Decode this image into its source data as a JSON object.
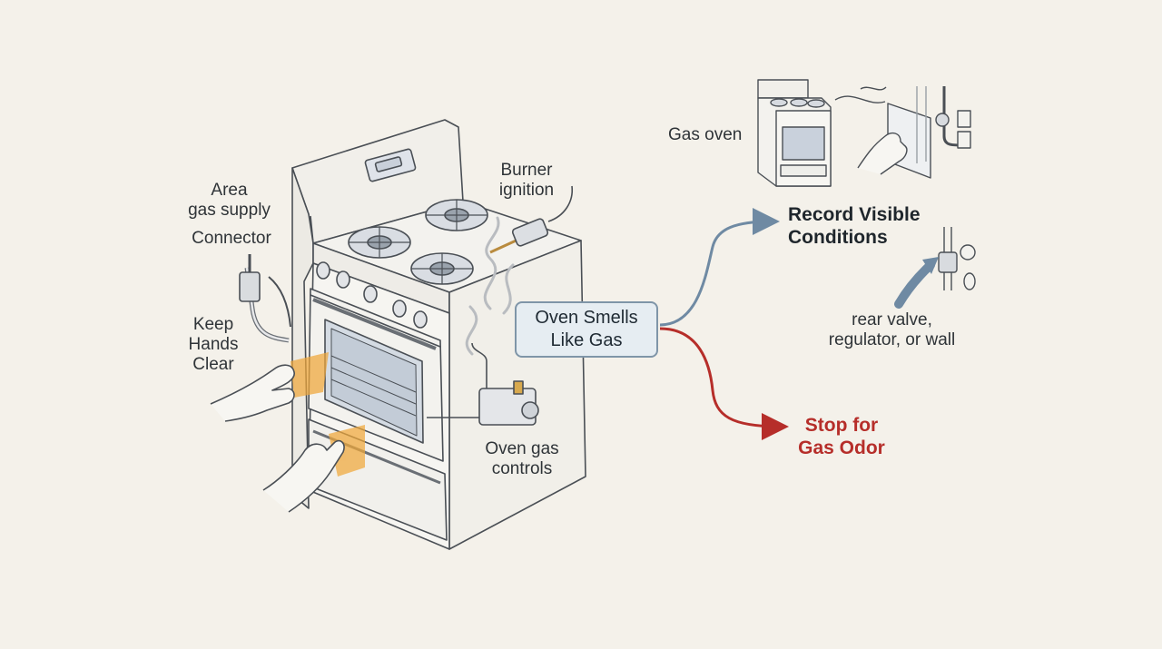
{
  "labels": {
    "area_gas_supply": [
      "Area",
      "gas supply"
    ],
    "connector": "Connector",
    "keep_hands_clear": [
      "Keep",
      "Hands",
      "Clear"
    ],
    "burner_ignition": [
      "Burner",
      "ignition"
    ],
    "oven_gas_controls": [
      "Oven gas",
      "controls"
    ],
    "gas_oven": "Gas oven",
    "center": [
      "Oven Smells",
      "Like Gas"
    ],
    "record": [
      "Record Visible",
      "Conditions"
    ],
    "rear_valve": [
      "rear valve,",
      "regulator, or wall"
    ],
    "stop": [
      "Stop for",
      "Gas Odor"
    ]
  },
  "colors": {
    "background": "#f4f1ea",
    "line": "#4a4f55",
    "caution": "#f0a73a",
    "flow_blue": "#6f8aa3",
    "flow_red": "#b62e2a",
    "box_fill": "#e6edf2"
  }
}
